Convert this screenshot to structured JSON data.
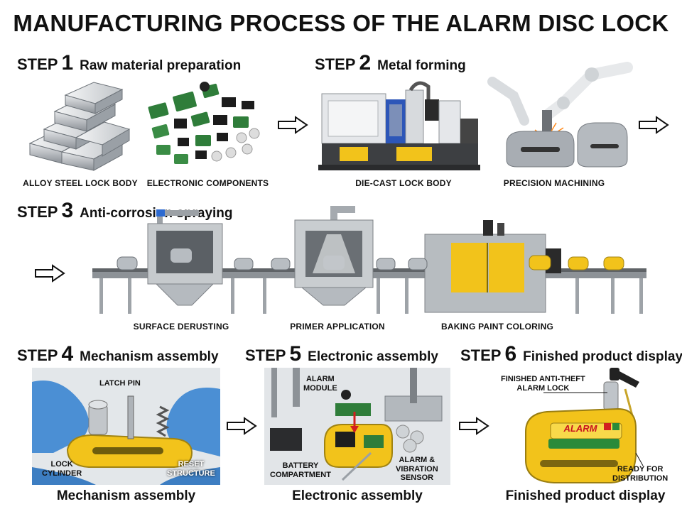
{
  "title": "MANUFACTURING PROCESS OF THE ALARM DISC LOCK",
  "colors": {
    "accent_yellow": "#f2c31b",
    "glove_blue": "#4b8fd4",
    "metal": "#b9bec4",
    "dark": "#111111"
  },
  "step1": {
    "word": "STEP",
    "num": "1",
    "desc": "Raw material preparation",
    "captions": [
      "ALLOY STEEL LOCK BODY",
      "ELECTRONIC COMPONENTS"
    ]
  },
  "step2": {
    "word": "STEP",
    "num": "2",
    "desc": "Metal forming",
    "captions": [
      "DIE-CAST LOCK BODY",
      "PRECISION MACHINING"
    ]
  },
  "step3": {
    "word": "STEP",
    "num": "3",
    "desc": "Anti-corrosion spraying",
    "captions": [
      "SURFACE DERUSTING",
      "PRIMER APPLICATION",
      "BAKING PAINT COLORING"
    ]
  },
  "step4": {
    "word": "STEP",
    "num": "4",
    "desc": "Mechanism assembly",
    "caption": "Mechanism assembly",
    "labels": {
      "latch": "LATCH PIN",
      "lock1": "LOCK",
      "lock2": "CYLINDER",
      "reset1": "RESET",
      "reset2": "STRUCTURE"
    }
  },
  "step5": {
    "word": "STEP",
    "num": "5",
    "desc": "Electronic assembly",
    "caption": "Electronic assembly",
    "labels": {
      "alarm1": "ALARM",
      "alarm2": "MODULE",
      "batt1": "BATTERY",
      "batt2": "COMPARTMENT",
      "vib1": "ALARM &",
      "vib2": "VIBRATION",
      "vib3": "SENSOR"
    }
  },
  "step6": {
    "word": "STEP",
    "num": "6",
    "desc": "Finished product display",
    "caption": "Finished product display",
    "labels": {
      "fin1": "FINISHED ANTI-THEFT",
      "fin2": "ALARM LOCK",
      "ready1": "READY FOR",
      "ready2": "DISTRIBUTION",
      "brand": "ALARM"
    }
  },
  "icons": [
    "arrow-right-icon"
  ]
}
